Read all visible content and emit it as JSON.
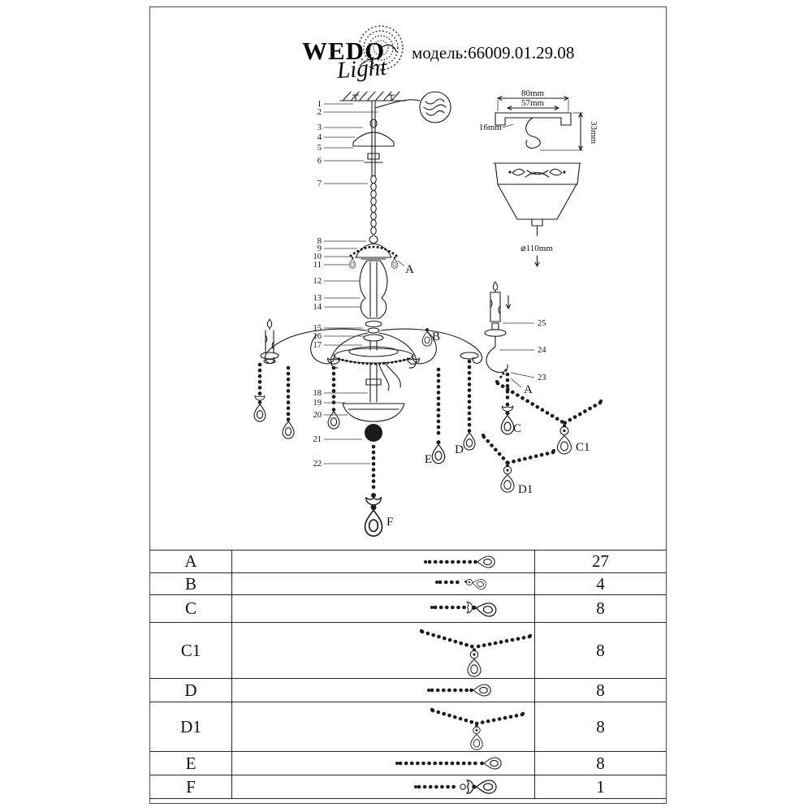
{
  "header": {
    "brand": "WEDO",
    "brand_script": "Light",
    "model_label": "модель:66009.01.29.08"
  },
  "diagram": {
    "parts": [
      "1",
      "2",
      "3",
      "4",
      "5",
      "6",
      "7",
      "8",
      "9",
      "10",
      "11",
      "12",
      "13",
      "14",
      "15",
      "16",
      "17",
      "18",
      "19",
      "20",
      "21",
      "22",
      "23",
      "24",
      "25"
    ],
    "labels": {
      "A": "A",
      "B": "B",
      "C": "C",
      "C1": "C1",
      "D": "D",
      "D1": "D1",
      "E": "E",
      "F": "F"
    },
    "dimensions": {
      "width_outer": "80mm",
      "width_inner": "57mm",
      "hook": "16mm",
      "height": "33mm",
      "diameter": "⌀110mm"
    }
  },
  "table": {
    "rows": [
      {
        "label": "A",
        "qty": "27"
      },
      {
        "label": "B",
        "qty": "4"
      },
      {
        "label": "C",
        "qty": "8"
      },
      {
        "label": "C1",
        "qty": "8"
      },
      {
        "label": "D",
        "qty": "8"
      },
      {
        "label": "D1",
        "qty": "8"
      },
      {
        "label": "E",
        "qty": "8"
      },
      {
        "label": "F",
        "qty": "1"
      }
    ]
  }
}
